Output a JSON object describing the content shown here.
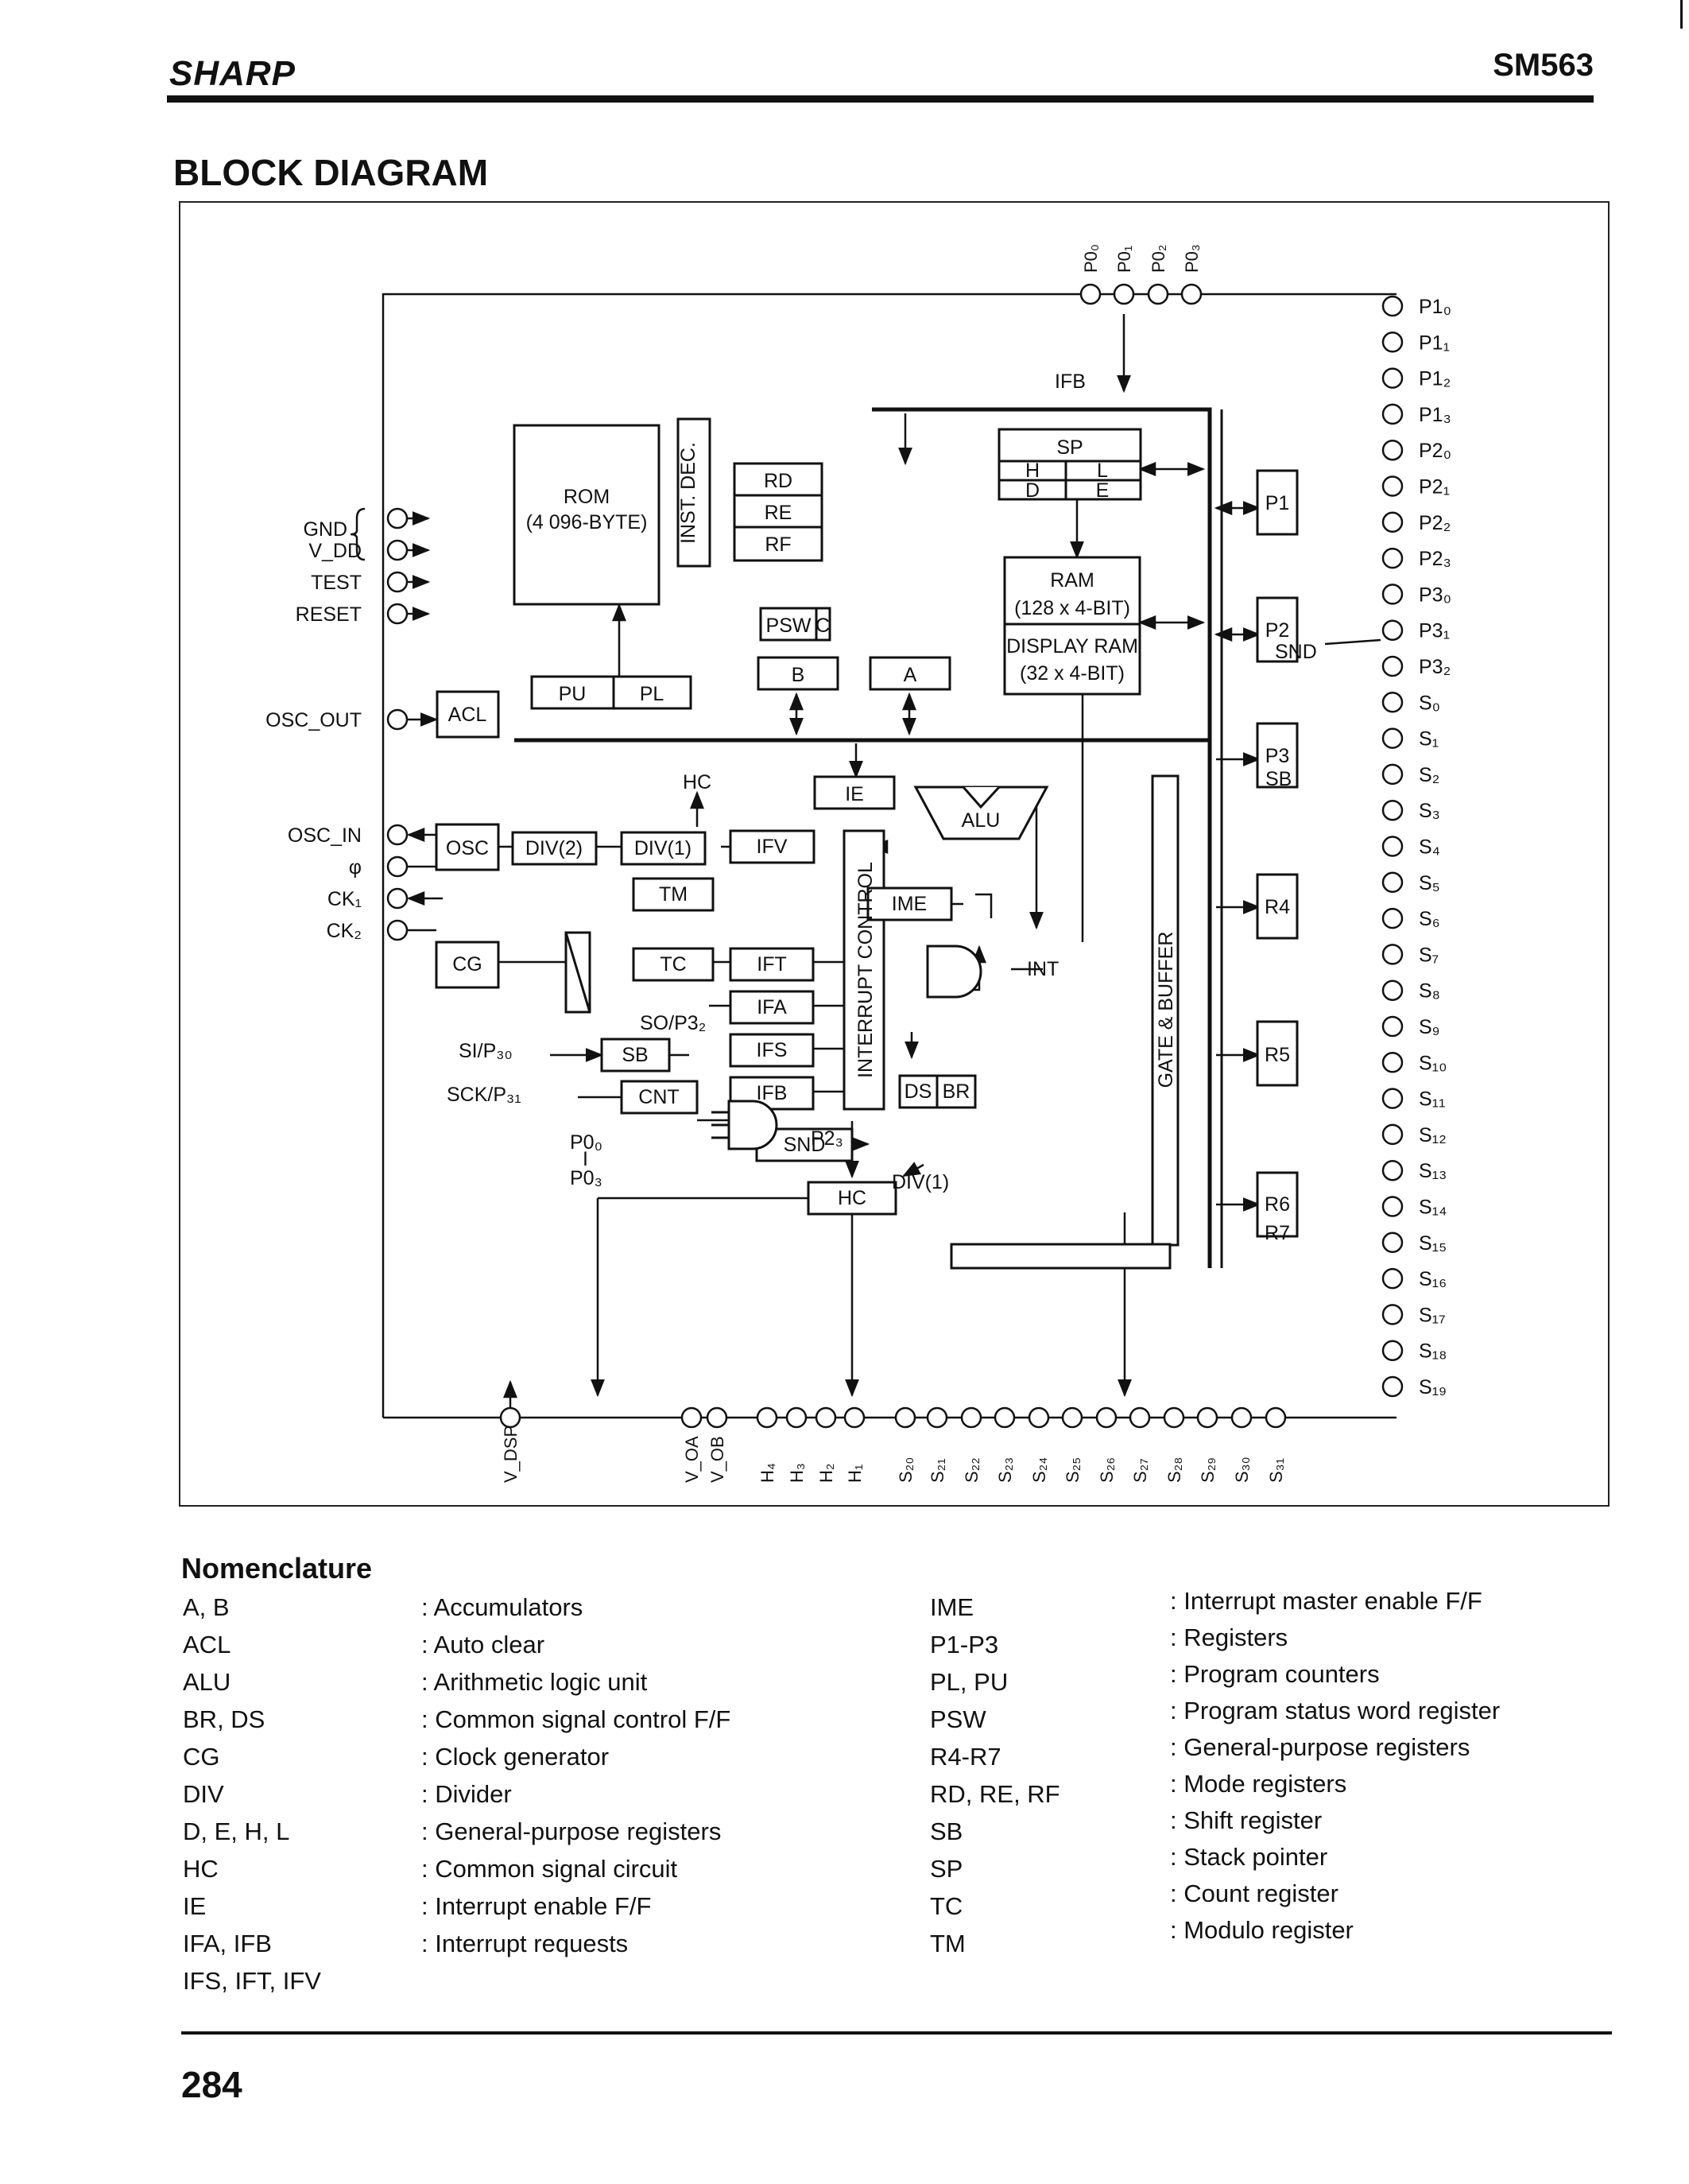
{
  "header": {
    "brand": "SHARP",
    "part_number": "SM563"
  },
  "title": "BLOCK DIAGRAM",
  "diagram": {
    "blocks": {
      "rom": [
        "ROM",
        "(4 096-BYTE)"
      ],
      "inst_dec": "INST. DEC.",
      "rd": "RD",
      "re": "RE",
      "rf": "RF",
      "sp": "SP",
      "h": "H",
      "l": "L",
      "d": "D",
      "e": "E",
      "ram": [
        "RAM",
        "(128 x 4-BIT)"
      ],
      "display_ram": [
        "DISPLAY RAM",
        "(32 x 4-BIT)"
      ],
      "psw": "PSW",
      "c": "C",
      "b": "B",
      "a": "A",
      "pu": "PU",
      "pl": "PL",
      "acl": "ACL",
      "ie": "IE",
      "alu": "ALU",
      "osc": "OSC",
      "div2": "DIV(2)",
      "div1": "DIV(1)",
      "ifv": "IFV",
      "tm": "TM",
      "tc": "TC",
      "ift": "IFT",
      "ifa": "IFA",
      "ifs": "IFS",
      "ifb": "IFB",
      "ime": "IME",
      "cg": "CG",
      "sb": "SB",
      "cnt": "CNT",
      "snd": "SND",
      "hc": "HC",
      "ds": "DS",
      "br": "BR",
      "interrupt_control": "INTERRUPT CONTROL",
      "gate_buffer": "GATE & BUFFER",
      "p1": "P1",
      "p2": "P2",
      "p3": "P3",
      "r4": "R4",
      "r5": "R5",
      "r6": "R6",
      "r7": "R7"
    },
    "labels": {
      "ifb": "IFB",
      "hc": "HC",
      "int": "INT",
      "snd": "SND",
      "sb": "SB",
      "so_p32": "SO/P3₂",
      "si_p30": "SI/P₃₀",
      "sck_p31": "SCK/P₃₁",
      "p23": "P2₃",
      "div1": "DIV(1)",
      "p00": "P0₀",
      "p03": "P0₃",
      "dash": "I"
    },
    "left_pins": [
      "GND",
      "V_DD",
      "TEST",
      "RESET",
      "OSC_OUT",
      "OSC_IN",
      "φ",
      "CK₁",
      "CK₂"
    ],
    "top_pins": [
      "P0₀",
      "P0₁",
      "P0₂",
      "P0₃"
    ],
    "right_pins": [
      "P1₀",
      "P1₁",
      "P1₂",
      "P1₃",
      "P2₀",
      "P2₁",
      "P2₂",
      "P2₃",
      "P3₀",
      "P3₁",
      "P3₂",
      "S₀",
      "S₁",
      "S₂",
      "S₃",
      "S₄",
      "S₅",
      "S₆",
      "S₇",
      "S₈",
      "S₉",
      "S₁₀",
      "S₁₁",
      "S₁₂",
      "S₁₃",
      "S₁₄",
      "S₁₅",
      "S₁₆",
      "S₁₇",
      "S₁₈",
      "S₁₉"
    ],
    "bottom_pins": [
      "V_DSP",
      "V_OA",
      "V_OB",
      "H₄",
      "H₃",
      "H₂",
      "H₁",
      "S₂₀",
      "S₂₁",
      "S₂₂",
      "S₂₃",
      "S₂₄",
      "S₂₅",
      "S₂₆",
      "S₂₇",
      "S₂₈",
      "S₂₉",
      "S₃₀",
      "S₃₁"
    ]
  },
  "nomenclature": {
    "title": "Nomenclature",
    "left": [
      {
        "term": "A, B",
        "def": ": Accumulators"
      },
      {
        "term": "ACL",
        "def": ": Auto clear"
      },
      {
        "term": "ALU",
        "def": ": Arithmetic logic unit"
      },
      {
        "term": "BR, DS",
        "def": ": Common signal control F/F"
      },
      {
        "term": "CG",
        "def": ": Clock generator"
      },
      {
        "term": "DIV",
        "def": ": Divider"
      },
      {
        "term": "D, E, H, L",
        "def": ": General-purpose registers"
      },
      {
        "term": "HC",
        "def": ": Common signal circuit"
      },
      {
        "term": "IE",
        "def": ": Interrupt enable F/F"
      },
      {
        "term": "IFA, IFB",
        "def": ": Interrupt requests"
      },
      {
        "term": "IFS, IFT, IFV",
        "def": ""
      }
    ],
    "right": [
      {
        "term": "IME",
        "def": ": Interrupt master enable F/F"
      },
      {
        "term": "P1-P3",
        "def": ": Registers"
      },
      {
        "term": "PL, PU",
        "def": ": Program counters"
      },
      {
        "term": "PSW",
        "def": ": Program status word register"
      },
      {
        "term": "R4-R7",
        "def": ": General-purpose registers"
      },
      {
        "term": "RD, RE, RF",
        "def": ": Mode registers"
      },
      {
        "term": "SB",
        "def": ": Shift register"
      },
      {
        "term": "SP",
        "def": ": Stack pointer"
      },
      {
        "term": "TC",
        "def": ": Count register"
      },
      {
        "term": "TM",
        "def": ": Modulo register"
      }
    ]
  },
  "footer": {
    "page_number": "284"
  }
}
